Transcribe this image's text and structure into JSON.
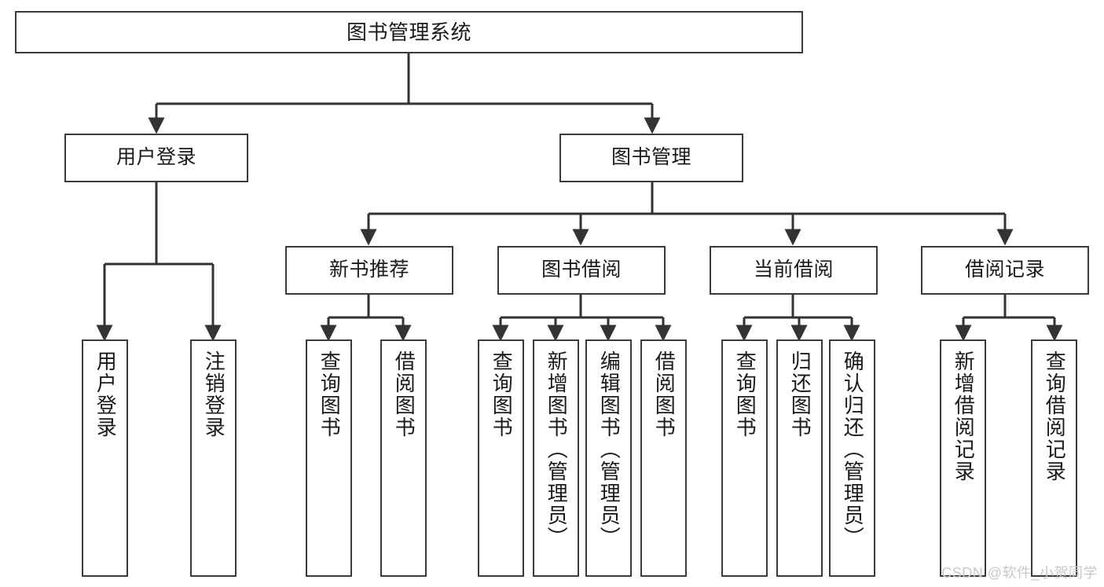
{
  "diagram": {
    "kind": "tree-hierarchy-chart",
    "title_node": {
      "label": "图书管理系统"
    },
    "level2": [
      {
        "id": "user-login",
        "label": "用户登录"
      },
      {
        "id": "book-management",
        "label": "图书管理"
      }
    ],
    "level3": [
      {
        "id": "new-book-recommend",
        "label": "新书推荐"
      },
      {
        "id": "book-borrow",
        "label": "图书借阅"
      },
      {
        "id": "current-borrow",
        "label": "当前借阅"
      },
      {
        "id": "borrow-record",
        "label": "借阅记录"
      }
    ],
    "leaves": [
      {
        "id": "leaf-user-login",
        "parent": "user-login",
        "label": "用户登录"
      },
      {
        "id": "leaf-logout-login",
        "parent": "user-login",
        "label": "注销登录"
      },
      {
        "id": "leaf-query-book-1",
        "parent": "new-book-recommend",
        "label": "查询图书"
      },
      {
        "id": "leaf-borrow-book-1",
        "parent": "new-book-recommend",
        "label": "借阅图书"
      },
      {
        "id": "leaf-query-book-2",
        "parent": "book-borrow",
        "label": "查询图书"
      },
      {
        "id": "leaf-add-book",
        "parent": "book-borrow",
        "label": "新增图书（管理员）"
      },
      {
        "id": "leaf-edit-book",
        "parent": "book-borrow",
        "label": "编辑图书（管理员）"
      },
      {
        "id": "leaf-borrow-book-2",
        "parent": "book-borrow",
        "label": "借阅图书"
      },
      {
        "id": "leaf-query-book-3",
        "parent": "current-borrow",
        "label": "查询图书"
      },
      {
        "id": "leaf-return-book",
        "parent": "current-borrow",
        "label": "归还图书"
      },
      {
        "id": "leaf-confirm-return",
        "parent": "current-borrow",
        "label": "确认归还（管理员）"
      },
      {
        "id": "leaf-add-record",
        "parent": "borrow-record",
        "label": "新增借阅记录"
      },
      {
        "id": "leaf-query-record",
        "parent": "borrow-record",
        "label": "查询借阅记录"
      }
    ],
    "watermark": "CSDN @软件_小贺同学",
    "colors": {
      "border": "#3a3a3a",
      "connector": "#333333",
      "text": "#1a1a1a",
      "background": "#ffffff",
      "watermark": "#c9c9c9"
    }
  }
}
